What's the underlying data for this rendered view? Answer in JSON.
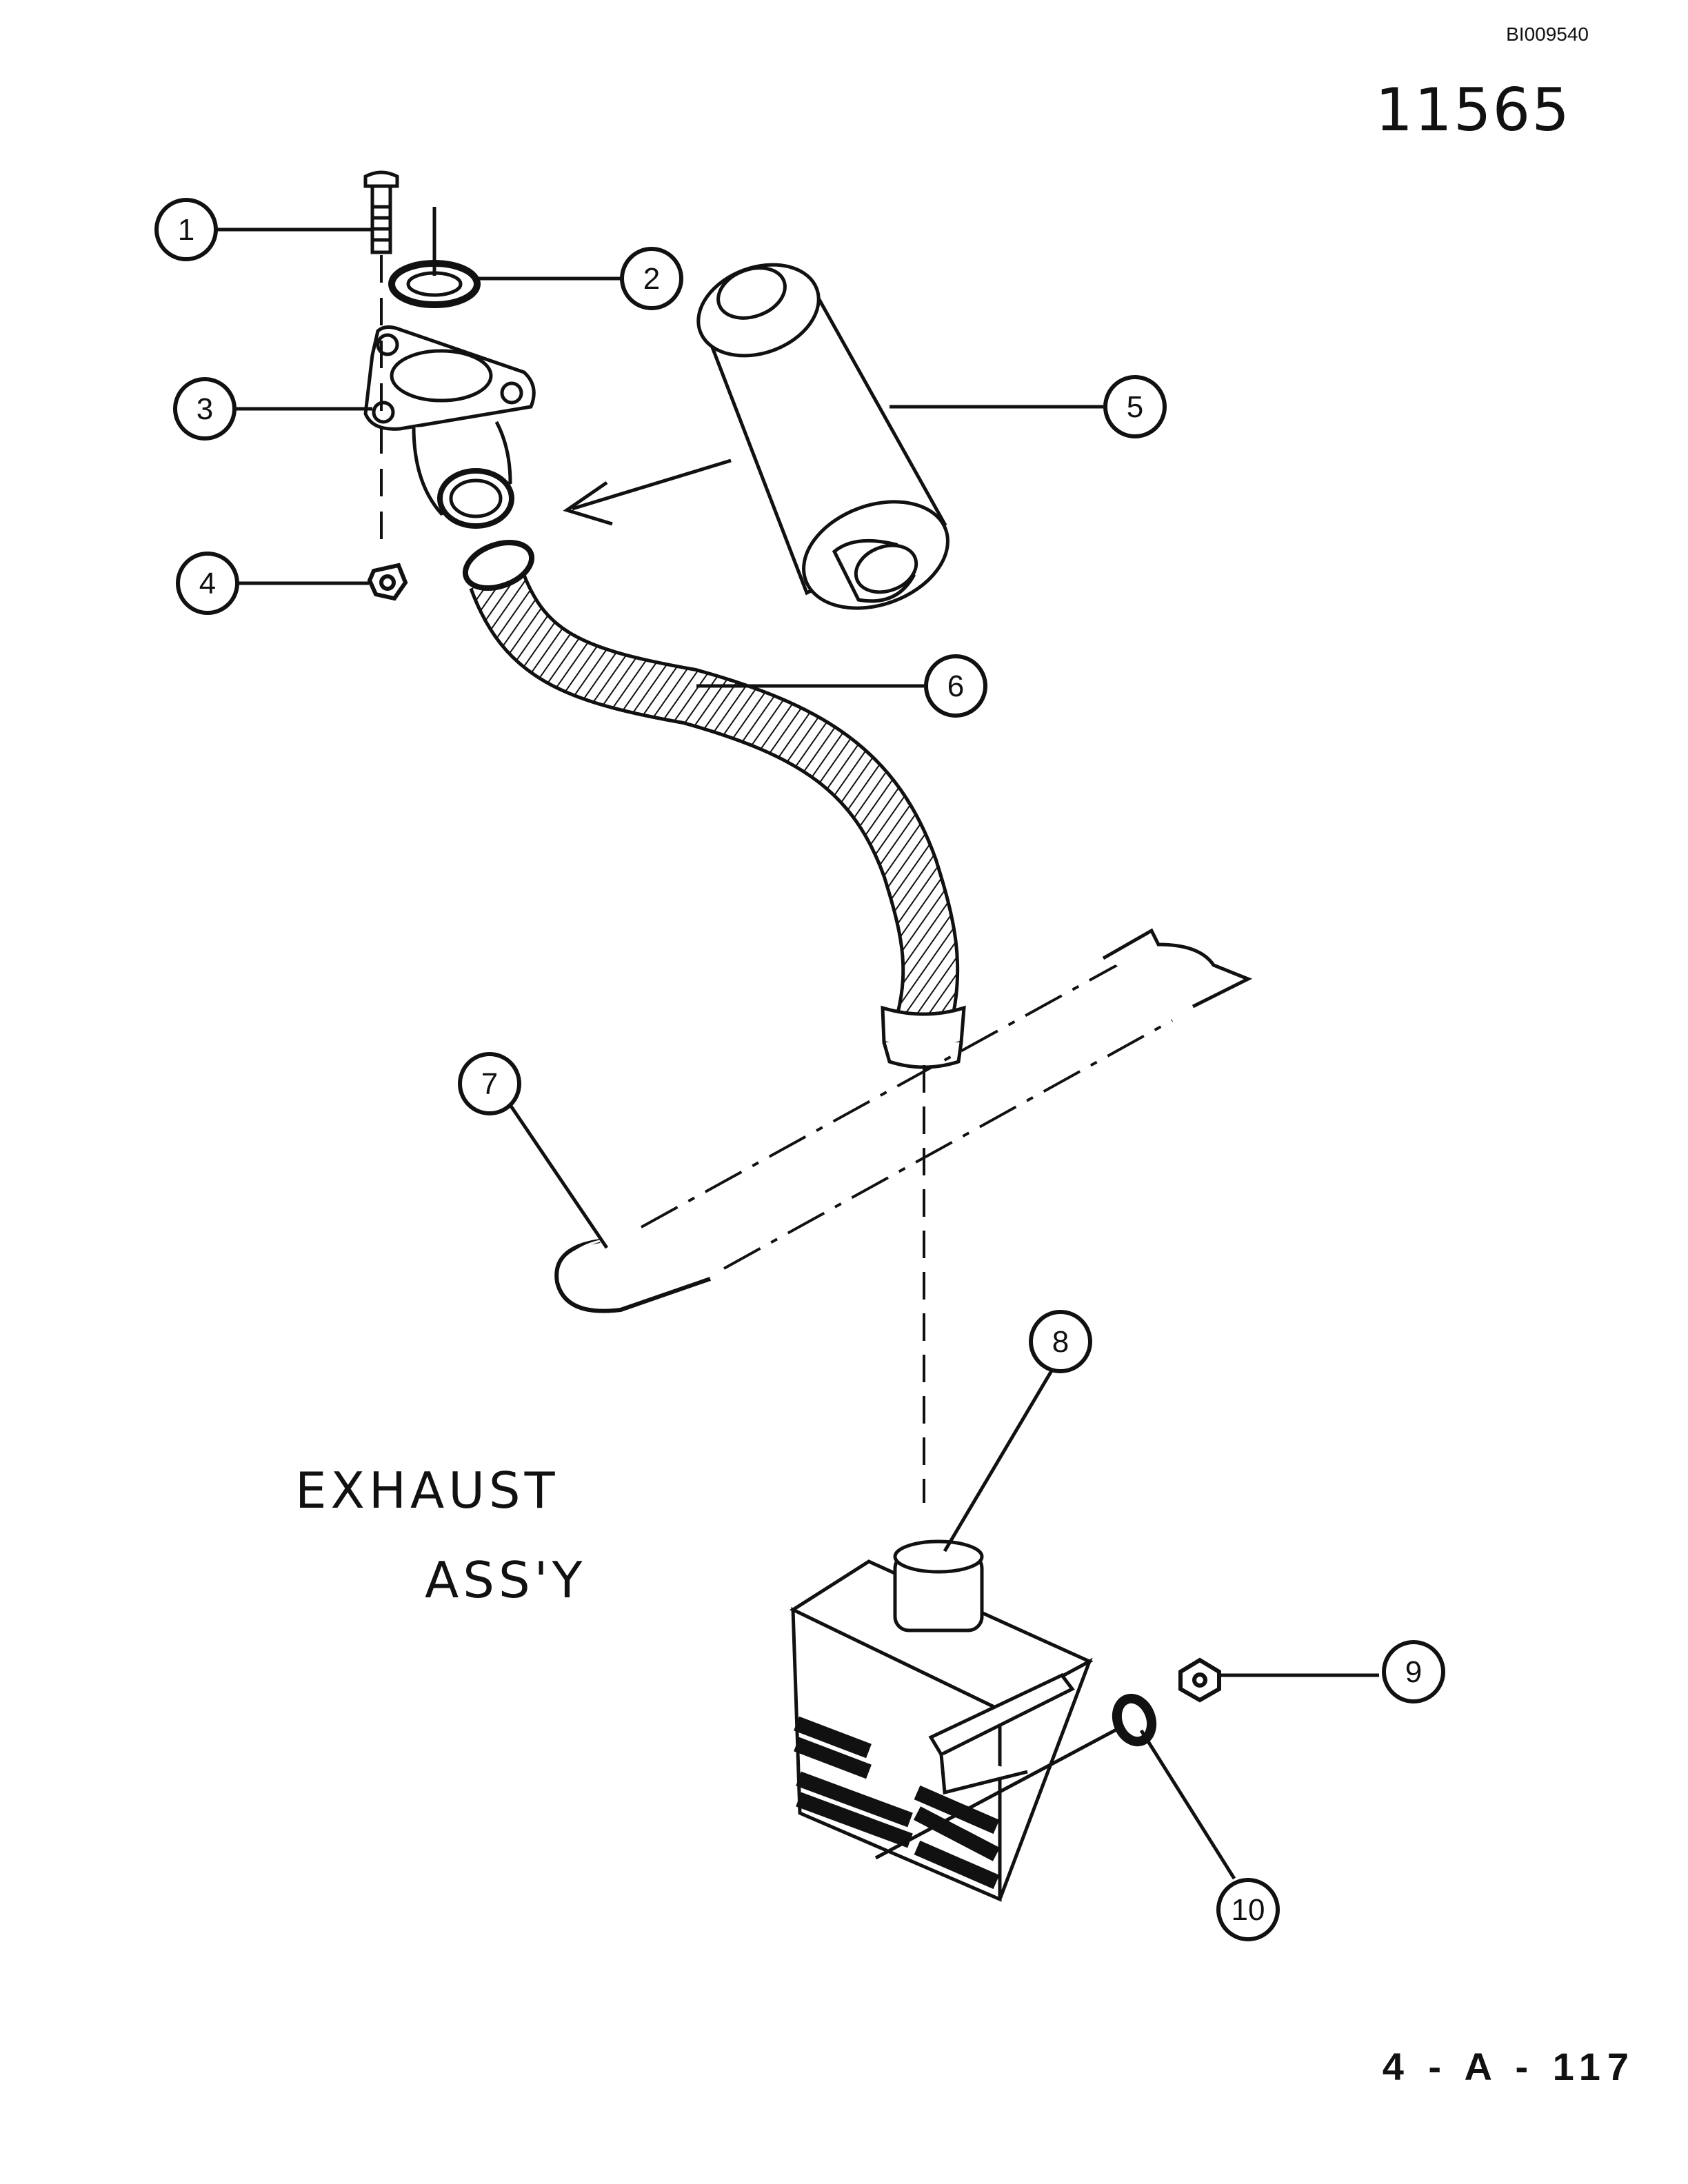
{
  "header": {
    "doc_id": "BI009540",
    "drawing_number": "11565"
  },
  "title": {
    "line1": "EXHAUST",
    "line2": "ASS'Y"
  },
  "page_ref": "4 - A - 117",
  "callouts": [
    "1",
    "2",
    "3",
    "4",
    "5",
    "6",
    "7",
    "8",
    "9",
    "10"
  ],
  "colors": {
    "ink": "#111111",
    "paper": "#ffffff"
  },
  "icons": {
    "bolt": "bolt-icon",
    "gasket": "gasket-icon",
    "flange": "flange-icon",
    "nut": "nut-icon",
    "muffler": "muffler-icon",
    "flex_pipe": "flex-pipe-icon",
    "u_bolt": "u-bolt-icon",
    "tail_muffler": "tail-muffler-icon",
    "washer": "washer-icon"
  }
}
